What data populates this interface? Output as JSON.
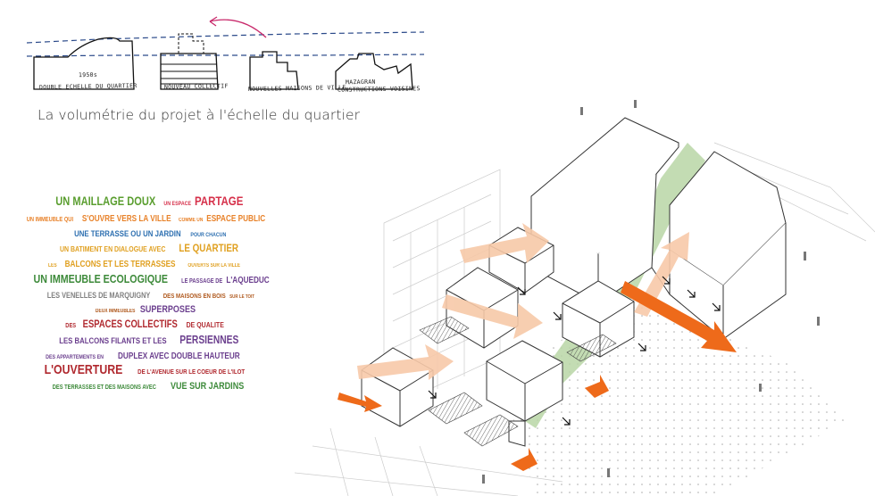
{
  "sketch": {
    "labels": [
      {
        "text": "1950s"
      },
      {
        "text": "DOUBLE ECHELLE DU QUARTIER"
      },
      {
        "text": "NOUVEAU COLLECTIF"
      },
      {
        "text": "NOUVELLES MAISONS DE VILLE"
      },
      {
        "text": "MAZAGRAN"
      },
      {
        "text": "CONSTRUCTIONS VOISINES"
      }
    ]
  },
  "caption": "La volumétrie du projet à l'échelle du quartier",
  "word_cloud": {
    "colors": {
      "green": "#5a9e2f",
      "red": "#d6304a",
      "orange": "#e8822a",
      "blue": "#2d6fb0",
      "amber": "#e0a020",
      "darkgreen": "#3d8a3a",
      "purple": "#6b3f8e",
      "brown": "#b05a1f",
      "darkred": "#b0282e",
      "gray": "#808080"
    },
    "lines": [
      [
        {
          "t": "UN MAILLAGE DOUX",
          "c": "green",
          "s": 13.5
        },
        {
          "t": "UN ESPACE",
          "c": "red",
          "s": 6.5
        },
        {
          "t": "PARTAGE",
          "c": "red",
          "s": 14
        }
      ],
      [
        {
          "t": "UN IMMEUBLE QUI",
          "c": "orange",
          "s": 7
        },
        {
          "t": "S'OUVRE VERS LA VILLE",
          "c": "orange",
          "s": 10
        },
        {
          "t": "COMME UN",
          "c": "orange",
          "s": 6
        },
        {
          "t": "ESPACE PUBLIC",
          "c": "orange",
          "s": 10
        }
      ],
      [
        {
          "t": "UNE TERRASSE OU UN JARDIN",
          "c": "blue",
          "s": 9.5
        },
        {
          "t": "POUR CHACUN",
          "c": "blue",
          "s": 6.5
        }
      ],
      [
        {
          "t": "UN BATIMENT EN DIALOGUE AVEC",
          "c": "amber",
          "s": 8.5
        },
        {
          "t": "LE QUARTIER",
          "c": "amber",
          "s": 12
        }
      ],
      [
        {
          "t": "LES",
          "c": "amber",
          "s": 6
        },
        {
          "t": "BALCONS ET LES TERRASSES",
          "c": "amber",
          "s": 10
        },
        {
          "t": "OUVERTS SUR LA VILLE",
          "c": "amber",
          "s": 6
        }
      ],
      [
        {
          "t": "UN IMMEUBLE ECOLOGIQUE",
          "c": "darkgreen",
          "s": 13
        },
        {
          "t": "LE PASSAGE DE",
          "c": "purple",
          "s": 7
        },
        {
          "t": "L'AQUEDUC",
          "c": "purple",
          "s": 10
        }
      ],
      [
        {
          "t": "LES VENELLES DE MARQUIGNY",
          "c": "gray",
          "s": 9
        },
        {
          "t": "DES MAISONS EN BOIS",
          "c": "brown",
          "s": 7.5
        },
        {
          "t": "SUR LE TOIT",
          "c": "brown",
          "s": 5.5
        }
      ],
      [
        {
          "t": "DEUX IMMEUBLES",
          "c": "brown",
          "s": 6
        },
        {
          "t": "SUPERPOSES",
          "c": "purple",
          "s": 11
        }
      ],
      [
        {
          "t": "DES",
          "c": "darkred",
          "s": 7
        },
        {
          "t": "ESPACES COLLECTIFS",
          "c": "darkred",
          "s": 11.5
        },
        {
          "t": "DE QUALITE",
          "c": "darkred",
          "s": 8.5
        }
      ],
      [
        {
          "t": "LES BALCONS FILANTS ET LES",
          "c": "purple",
          "s": 9.5
        },
        {
          "t": "PERSIENNES",
          "c": "purple",
          "s": 12.5
        }
      ],
      [
        {
          "t": "DES APPARTEMENTS EN",
          "c": "purple",
          "s": 6.5
        },
        {
          "t": "DUPLEX AVEC DOUBLE HAUTEUR",
          "c": "purple",
          "s": 10
        }
      ],
      [
        {
          "t": "L'OUVERTURE",
          "c": "darkred",
          "s": 15
        },
        {
          "t": "DE L'AVENUE SUR LE COEUR DE L'ILOT",
          "c": "darkred",
          "s": 7.5
        }
      ],
      [
        {
          "t": "DES TERRASSES ET DES MAISONS AVEC",
          "c": "darkgreen",
          "s": 7
        },
        {
          "t": "VUE SUR JARDINS",
          "c": "darkgreen",
          "s": 11
        }
      ]
    ]
  },
  "axonometric": {
    "colors": {
      "line": "#333333",
      "light": "#bbbbbb",
      "orange": "#ee6a1a",
      "peach": "#f7c9a8",
      "green": "#b9d6a6"
    }
  }
}
